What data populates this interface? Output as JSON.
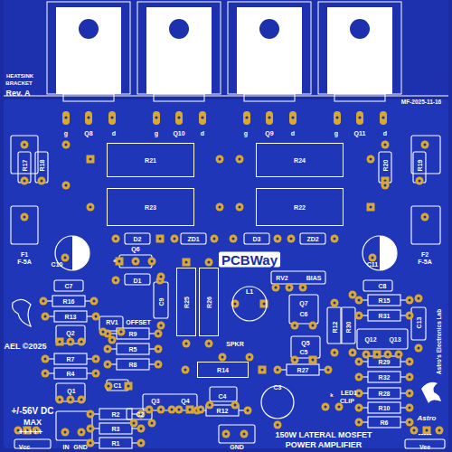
{
  "diagram": {
    "nodes": [
      {
        "text": [
          "R21"
        ]
      },
      {
        "text": [
          "R24"
        ]
      },
      {
        "text": [
          "R23"
        ]
      },
      {
        "text": [
          "R22"
        ]
      },
      {
        "text": [
          "R25"
        ]
      },
      {
        "text": [
          "R26"
        ]
      },
      {
        "text": [
          "R14"
        ]
      }
    ],
    "labels": [
      "HEATSINK",
      "BRACKET",
      "Rev. A",
      "MF-2025-11-16",
      "g",
      "Q8",
      "d",
      "g",
      "Q10",
      "d",
      "g",
      "Q9",
      "d",
      "g",
      "Q11",
      "d",
      "R17",
      "R18",
      "R20",
      "R19",
      "D2",
      "ZD1",
      "D3",
      "ZD2",
      "Q6",
      "e",
      "F1",
      "F-5A",
      "F2",
      "F-5A",
      "C10",
      "C11",
      "PCBWay",
      "D1",
      "C9",
      "L1",
      "RV2",
      "BIAS",
      "Q7",
      "C6",
      "C7",
      "R16",
      "R13",
      "Q2",
      "RV1",
      "OFFSET",
      "R9",
      "R5",
      "R8",
      "AEL ©2025",
      "R7",
      "R4",
      "Q1",
      "C8",
      "R15",
      "R31",
      "C13",
      "R12",
      "R30",
      "Q5",
      "C5",
      "Q12",
      "Q13",
      "R29",
      "R32",
      "R28",
      "R10",
      "R6",
      "R27",
      "LED1",
      "CLIP",
      "k",
      "Astro's Electronics Lab",
      "SPKR",
      "C4",
      "R12",
      "C3",
      "C1",
      "Q3",
      "Q4",
      "C2",
      "R2",
      "R3",
      "R1",
      "+/-56V DC",
      "MAX",
      "+++++",
      "IN",
      "GND",
      "Vcc",
      "GND",
      "Vee",
      "-----",
      "150W LATERAL MOSFET",
      "POWER AMPLIFIER",
      "Astro"
    ]
  }
}
